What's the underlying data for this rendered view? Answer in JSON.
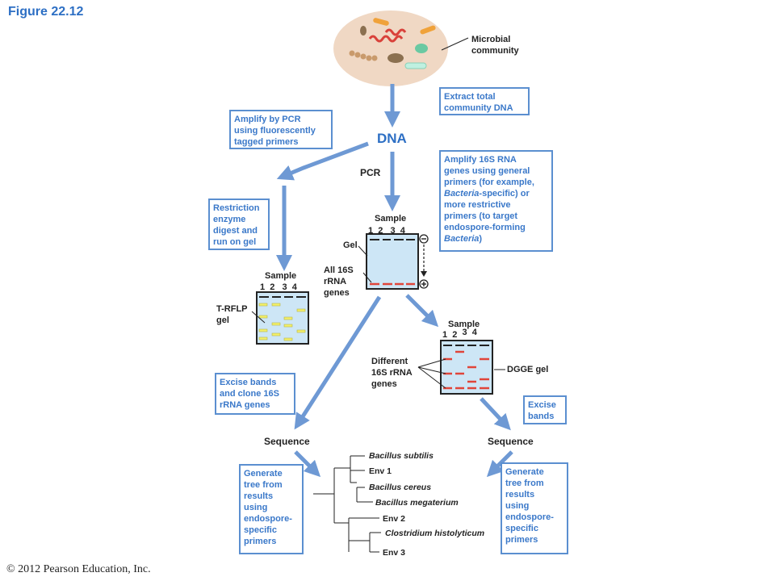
{
  "figure_title": "Figure 22.12",
  "copyright": "© 2012 Pearson Education, Inc.",
  "dna_label": "DNA",
  "pcr_label": "PCR",
  "microbial_community": [
    "Microbial",
    "community"
  ],
  "boxes": {
    "extract": [
      "Extract total",
      "community DNA"
    ],
    "amplify_pcr": [
      "Amplify by PCR",
      "using fluorescently",
      "tagged primers"
    ],
    "amplify_16s": [
      "Amplify 16S RNA",
      "genes using general",
      "primers (for example,",
      "Bacteria-specific)  or",
      "more restrictive",
      "primers (to target",
      "endospore-forming",
      "Bacteria)"
    ],
    "restriction": [
      "Restriction",
      "enzyme",
      "digest and",
      "run on gel"
    ],
    "excise_clone": [
      "Excise bands",
      "and clone 16S",
      "rRNA  genes"
    ],
    "excise": [
      "Excise",
      "bands"
    ],
    "generate_left": [
      "Generate",
      "tree from",
      "results",
      "using",
      "endospore-",
      "specific",
      "primers"
    ],
    "generate_right": [
      "Generate",
      "tree from",
      "results",
      "using",
      "endospore-",
      "specific",
      "primers"
    ]
  },
  "gels": {
    "sample_label": "Sample",
    "lane_numbers": [
      "1",
      "2",
      "3",
      "4"
    ],
    "center_gel_label": "Gel",
    "all_16s": [
      "All 16S",
      "rRNA",
      "genes"
    ],
    "trflp": [
      "T-RFLP",
      "gel"
    ],
    "dgge": "DGGE  gel",
    "different": [
      "Different",
      "16S rRNA",
      "genes"
    ],
    "minus": "−",
    "plus": "+"
  },
  "sequence_label": "Sequence",
  "tree_taxa": [
    {
      "name": "Bacillus subtilis",
      "italic": true
    },
    {
      "name": "Env 1",
      "italic": false
    },
    {
      "name": "Bacillus cereus",
      "italic": true
    },
    {
      "name": "Bacillus megaterium",
      "italic": true
    },
    {
      "name": "Env 2",
      "italic": false
    },
    {
      "name": "Clostridium histolyticum",
      "italic": true
    },
    {
      "name": "Env 3",
      "italic": false
    }
  ],
  "colors": {
    "arrow": "#6e99d4",
    "box_border": "#5b8fd0",
    "box_text": "#3a78c9",
    "gel_fill": "#cde6f6",
    "band_red": "#e0453a",
    "band_yellow": "#f3f06a",
    "petri": "#f0d8c4"
  }
}
